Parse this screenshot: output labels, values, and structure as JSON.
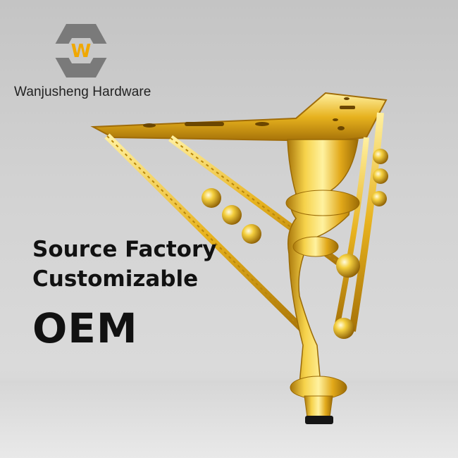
{
  "brand": {
    "name": "Wanjusheng Hardware",
    "logo_letter": "W",
    "logo_icon": "hexagon-nut-logo"
  },
  "headline": {
    "line1": "Source Factory",
    "line2": "Customizable",
    "line3": "OEM"
  },
  "product": {
    "icon": "gold-furniture-leg",
    "color": "#e0b01a"
  }
}
